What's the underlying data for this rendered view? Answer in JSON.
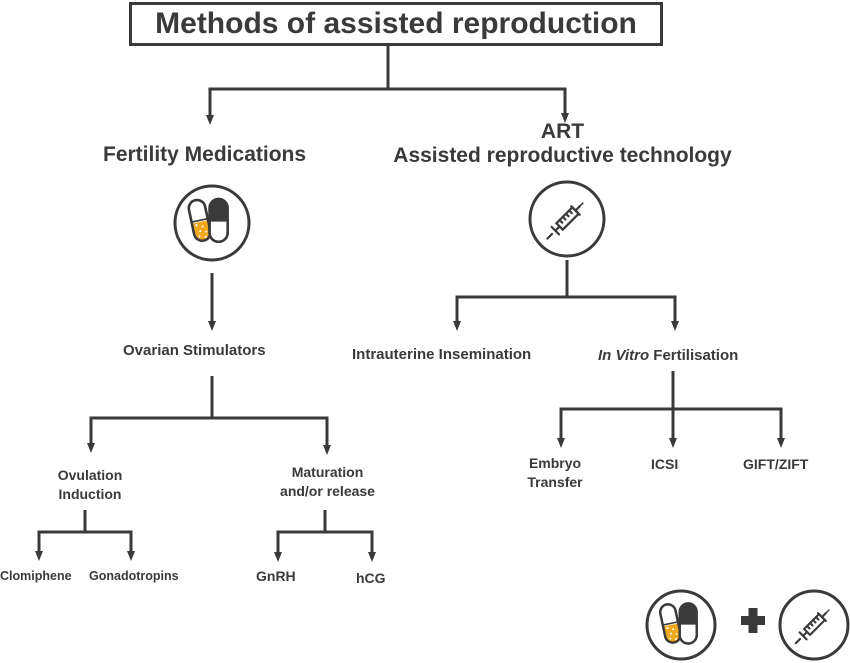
{
  "title": "Methods of assisted reproduction",
  "branches": {
    "fertility": {
      "label": "Fertility Medications",
      "icon": "pill-capsule-icon",
      "ovarian": "Ovarian Stimulators",
      "ovulation": {
        "line1": "Ovulation",
        "line2": "Induction"
      },
      "maturation": {
        "line1": "Maturation",
        "line2": "and/or release"
      },
      "leaves": {
        "clomiphene": "Clomiphene",
        "gonadotropins": "Gonadotropins",
        "gnrh": "GnRH",
        "hcg": "hCG"
      }
    },
    "art": {
      "label1": "ART",
      "label2": "Assisted reproductive technology",
      "icon": "syringe-icon",
      "iui": "Intrauterine Insemination",
      "ivf": {
        "italic": "In Vitro",
        "rest": " Fertilisation"
      },
      "leaves": {
        "embryo": {
          "line1": "Embryo",
          "line2": "Transfer"
        },
        "icsi": "ICSI",
        "gift": "GIFT/ZIFT"
      }
    }
  },
  "legend": {
    "icons": [
      "pill-capsule-icon",
      "plus-icon",
      "syringe-icon"
    ]
  },
  "colors": {
    "line": "#3a3a3a",
    "accent": "#f2a81d"
  }
}
